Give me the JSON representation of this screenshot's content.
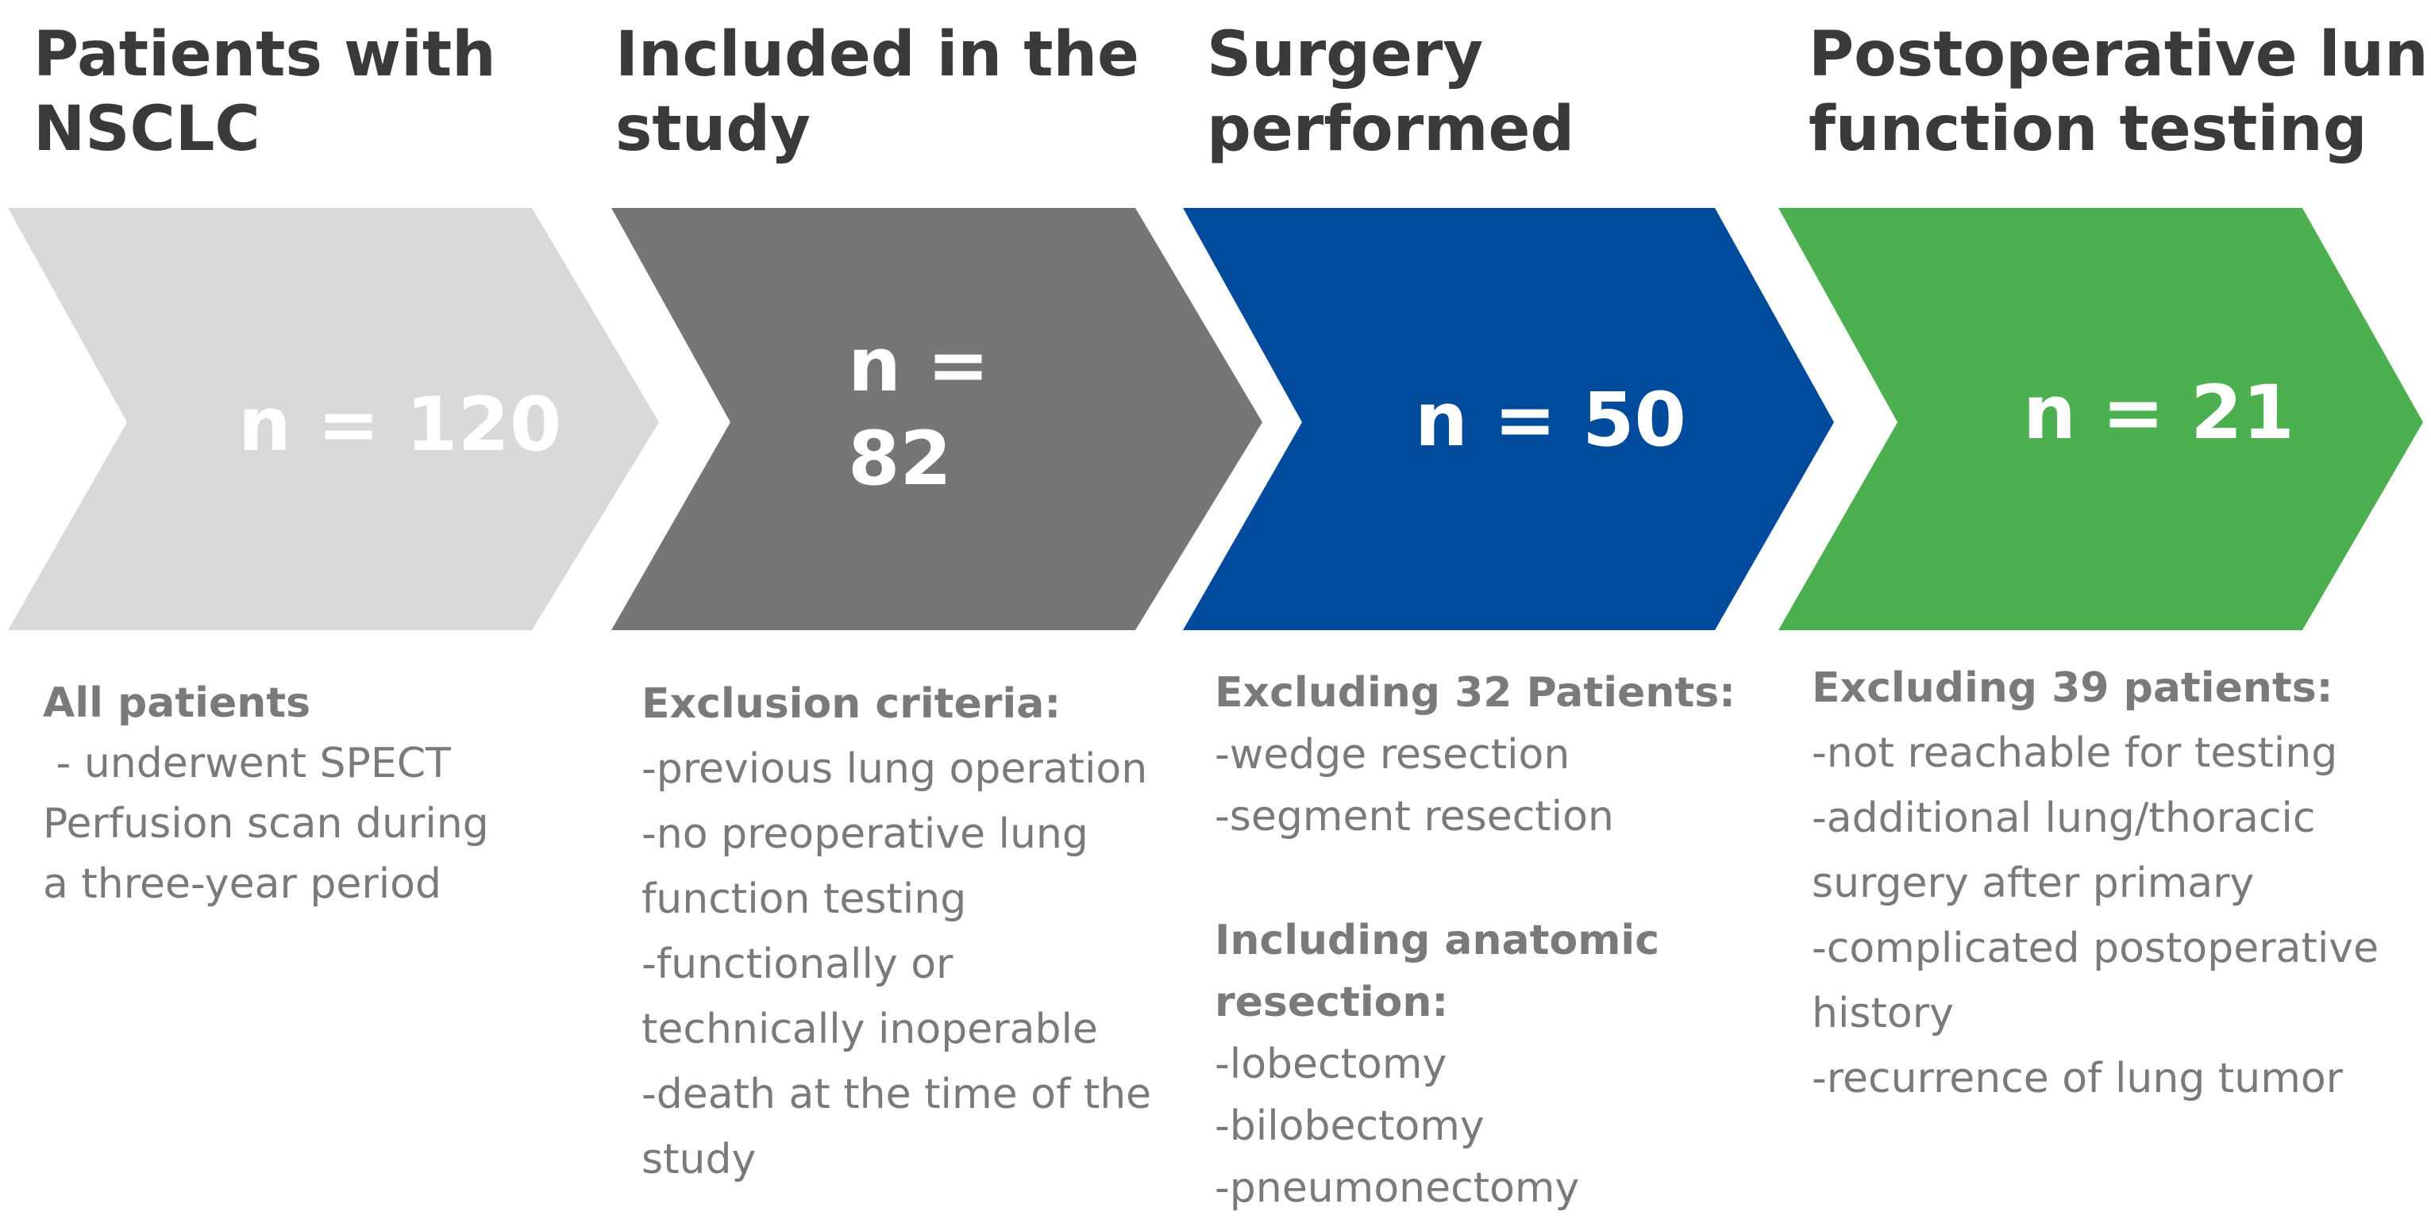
{
  "steps": [
    {
      "title_lines": [
        "Patients with",
        "NSCLC"
      ],
      "count_lines": [
        "n = 120"
      ],
      "colors": {
        "fill": "#d9d9d9",
        "count_text": "#ffffff"
      },
      "description": [
        {
          "text": "All patients",
          "bold": true
        },
        {
          "text": " - underwent SPECT",
          "bold": false
        },
        {
          "text": "Perfusion scan during",
          "bold": false
        },
        {
          "text": "a three-year period",
          "bold": false
        }
      ]
    },
    {
      "title_lines": [
        "Included in the",
        "study"
      ],
      "count_lines": [
        "n =",
        "82"
      ],
      "colors": {
        "fill": "#767678",
        "count_text": "#ffffff"
      },
      "description": [
        {
          "text": "Exclusion criteria:",
          "bold": true
        },
        {
          "text": "-previous lung operation",
          "bold": false
        },
        {
          "text": "-no preoperative lung",
          "bold": false
        },
        {
          "text": "function testing",
          "bold": false
        },
        {
          "text": "-functionally or",
          "bold": false
        },
        {
          "text": "technically inoperable",
          "bold": false
        },
        {
          "text": "-death at the time of the",
          "bold": false
        },
        {
          "text": "study",
          "bold": false
        }
      ]
    },
    {
      "title_lines": [
        "Surgery",
        "performed"
      ],
      "count_lines": [
        "n = 50"
      ],
      "colors": {
        "fill": "#004b9b",
        "count_text": "#ffffff"
      },
      "description": [
        {
          "text": "Excluding 32 Patients:",
          "bold": true
        },
        {
          "text": "-wedge resection",
          "bold": false
        },
        {
          "text": "-segment resection",
          "bold": false
        },
        {
          "text": "",
          "bold": false
        },
        {
          "text": "Including anatomic",
          "bold": true
        },
        {
          "text": "resection:",
          "bold": true
        },
        {
          "text": "-lobectomy",
          "bold": false
        },
        {
          "text": "-bilobectomy",
          "bold": false
        },
        {
          "text": "-pneumonectomy",
          "bold": false
        }
      ]
    },
    {
      "title_lines": [
        "Postoperative lung",
        "function testing"
      ],
      "count_lines": [
        "n = 21"
      ],
      "colors": {
        "fill": "#4caf50",
        "count_text": "#ffffff"
      },
      "description": [
        {
          "text": "Excluding 39 patients:",
          "bold": true
        },
        {
          "text": "-not reachable for testing",
          "bold": false
        },
        {
          "text": "-additional lung/thoracic",
          "bold": false
        },
        {
          "text": "surgery after primary",
          "bold": false
        },
        {
          "text": "-complicated postoperative",
          "bold": false
        },
        {
          "text": "history",
          "bold": false
        },
        {
          "text": "-recurrence of lung tumor",
          "bold": false
        }
      ]
    }
  ]
}
